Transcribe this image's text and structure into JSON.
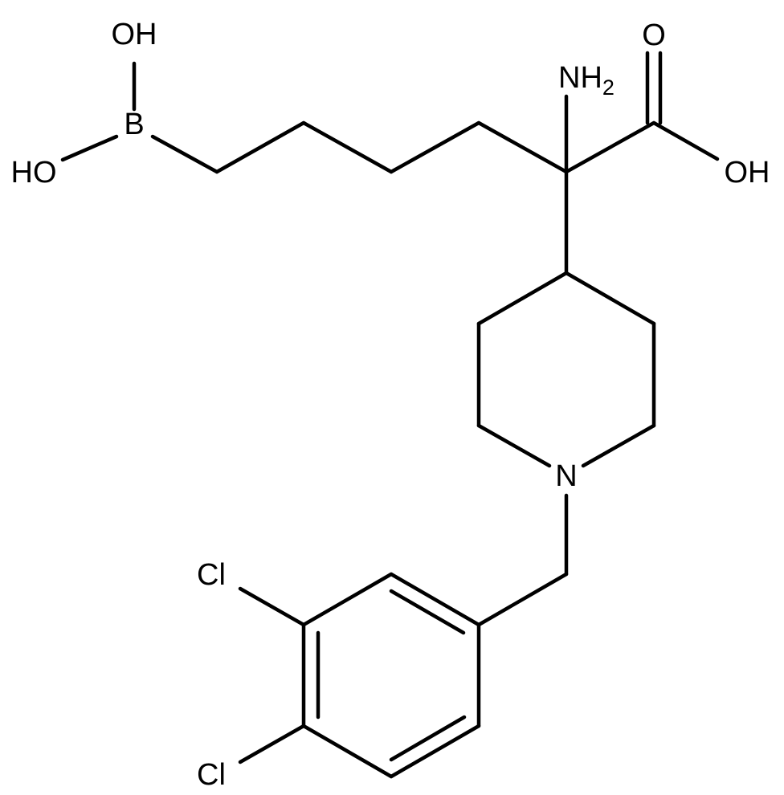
{
  "structure": {
    "labels": {
      "oh_top": "OH",
      "b": "B",
      "ho_left": "HO",
      "nh": "NH",
      "nh_sub": "2",
      "o_carbonyl": "O",
      "oh_acid": "OH",
      "n": "N",
      "cl_top": "Cl",
      "cl_bottom": "Cl"
    },
    "colors": {
      "bond": "#000000",
      "text": "#000000",
      "background": "#ffffff"
    }
  }
}
